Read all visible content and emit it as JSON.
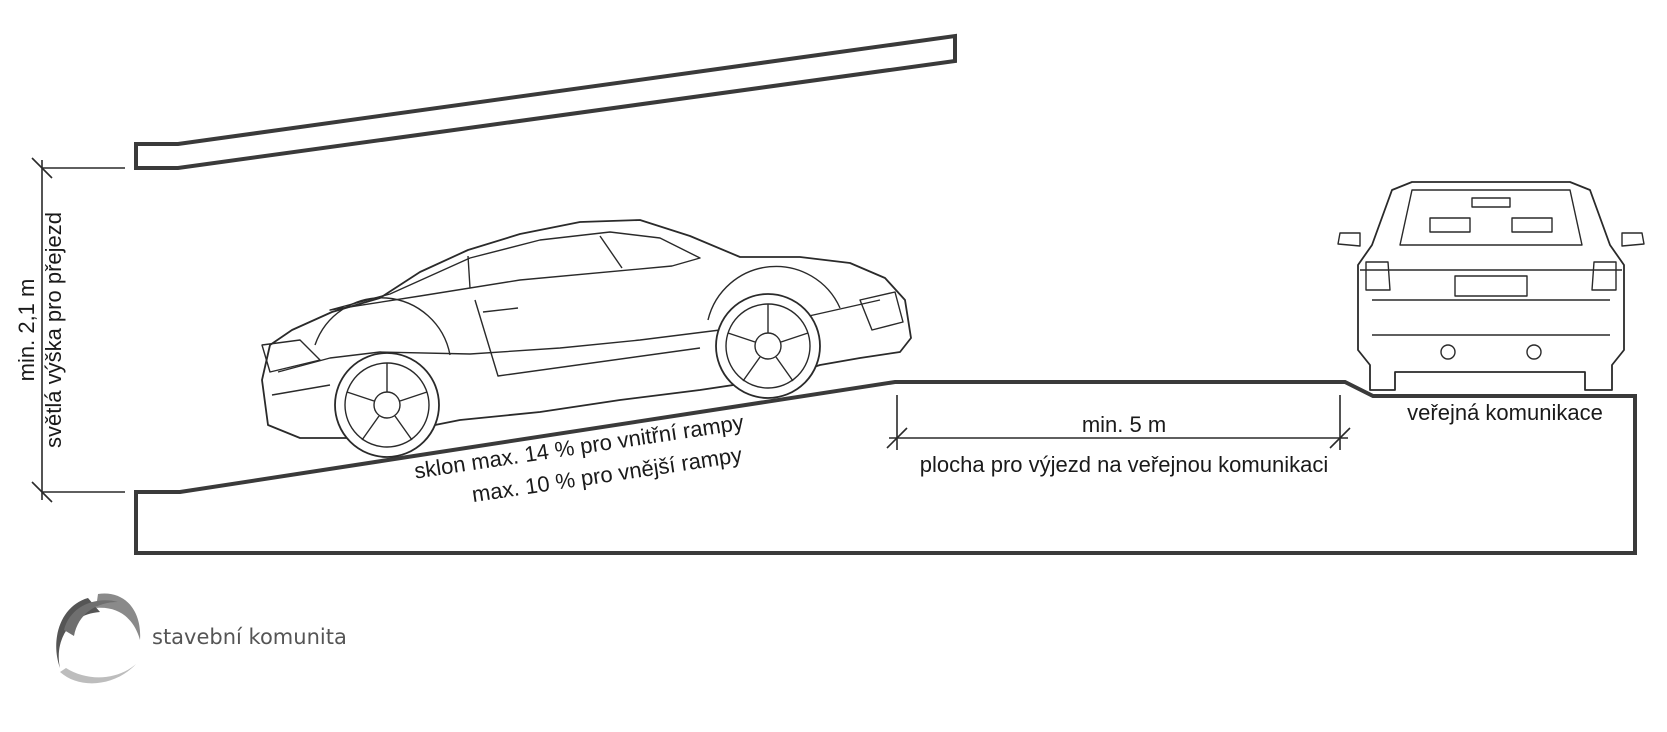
{
  "clearance": {
    "min_label": "min.  2,1 m",
    "desc_label": "světlá výška pro přejezd"
  },
  "ramp": {
    "slope_line1": "sklon max. 14 % pro vnitřní rampy",
    "slope_line2": "max. 10 % pro vnější rampy"
  },
  "exit_area": {
    "min_label": "min. 5 m",
    "desc_label": "plocha pro výjezd na veřejnou komunikaci"
  },
  "road": {
    "label": "veřejná komunikace"
  },
  "brand": {
    "name": "stavební komunita"
  },
  "colors": {
    "line": "#3a3a3a",
    "logo_dark": "#555555",
    "logo_mid": "#8a8a8a",
    "logo_light": "#bdbdbd"
  }
}
